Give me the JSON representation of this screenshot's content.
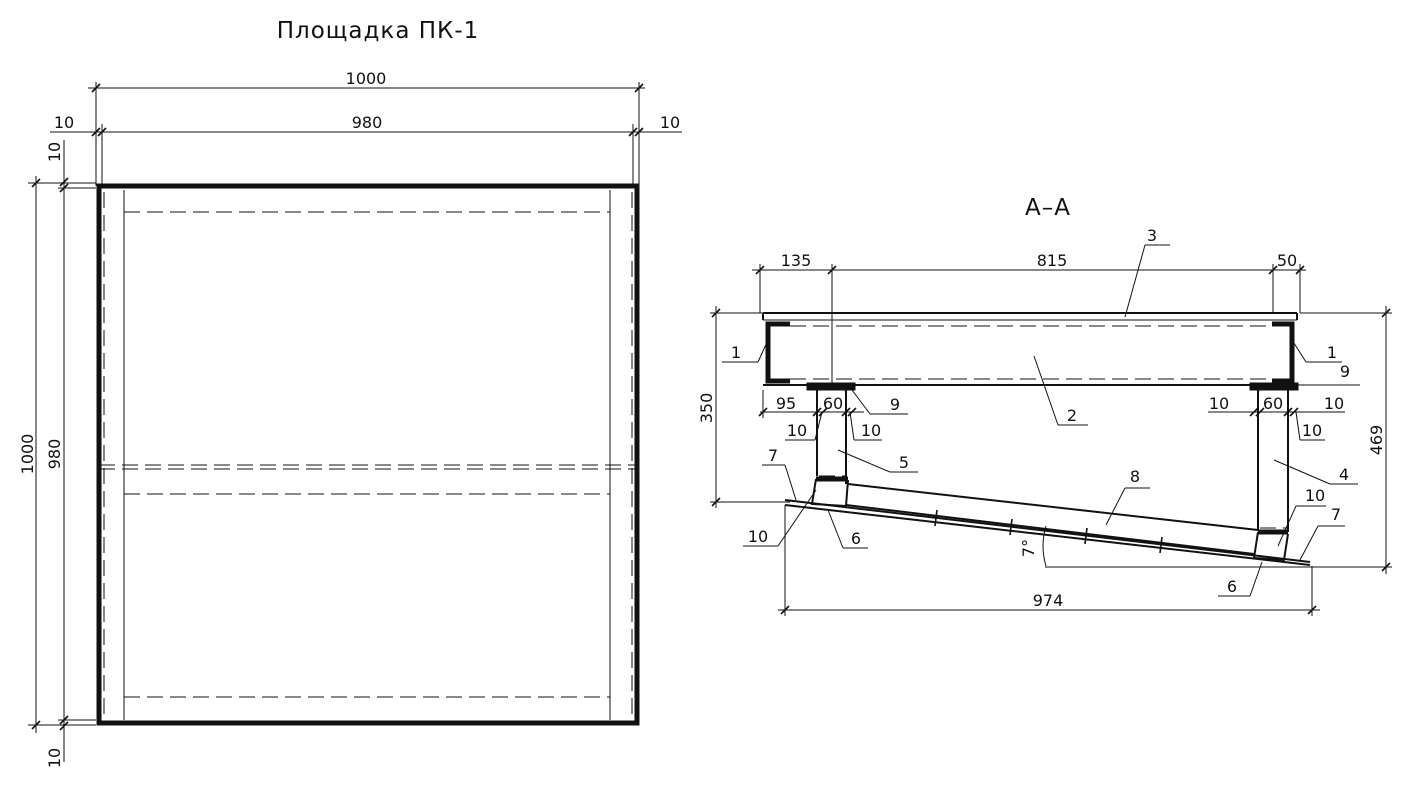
{
  "titles": {
    "plan": "Площадка ПК-1",
    "section": "А–А"
  },
  "plan_dims": {
    "overall_width": "1000",
    "inner_width": "980",
    "left_offset": "10",
    "right_offset": "10",
    "top_offset": "10",
    "bottom_offset": "10",
    "overall_height": "1000",
    "inner_height": "980"
  },
  "section_dims": {
    "d135": "135",
    "d815": "815",
    "d50": "50",
    "d350": "350",
    "d469": "469",
    "d95": "95",
    "d60_left": "60",
    "d60_right": "60",
    "d10_l1": "10",
    "d10_l2": "10",
    "d10_r1": "10",
    "d10_r2": "10",
    "d974": "974",
    "angle": "7°"
  },
  "part_labels": {
    "p1_left": "1",
    "p1_right": "1",
    "p2": "2",
    "p3": "3",
    "p4": "4",
    "p5": "5",
    "p6_left": "6",
    "p6_right": "6",
    "p7_left": "7",
    "p7_right": "7",
    "p8": "8",
    "p9_left": "9",
    "p9_right": "9",
    "p10_left": "10",
    "p10_right": "10"
  },
  "colors": {
    "ink": "#111111",
    "background": "#ffffff"
  }
}
